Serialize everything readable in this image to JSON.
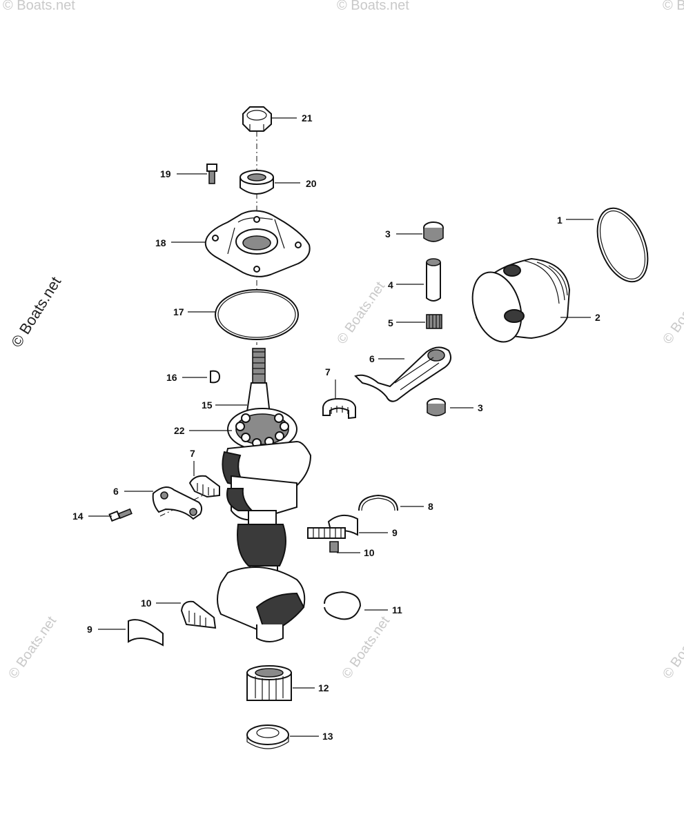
{
  "watermark": {
    "text": "© Boats.net"
  },
  "callouts": {
    "n1": "1",
    "n2": "2",
    "n3a": "3",
    "n3b": "3",
    "n4": "4",
    "n5": "5",
    "n6a": "6",
    "n6b": "6",
    "n7a": "7",
    "n7b": "7",
    "n8": "8",
    "n9a": "9",
    "n9b": "9",
    "n10a": "10",
    "n10b": "10",
    "n11": "11",
    "n12": "12",
    "n13": "13",
    "n14": "14",
    "n15": "15",
    "n16": "16",
    "n17": "17",
    "n18": "18",
    "n19": "19",
    "n20": "20",
    "n21": "21",
    "n22": "22"
  }
}
